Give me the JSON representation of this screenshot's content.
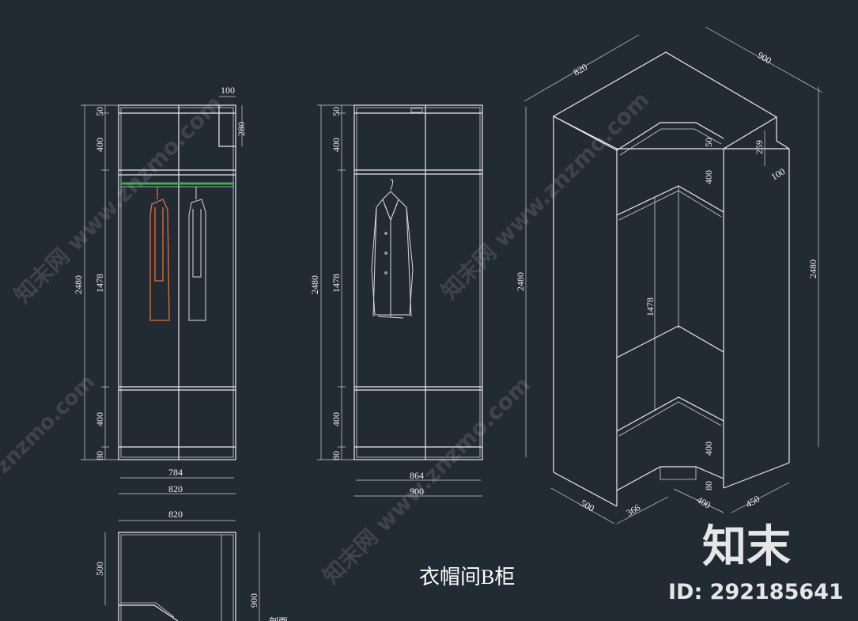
{
  "title": "衣帽间B柜",
  "watermark": {
    "text": "知末网 www.znzmo.com",
    "short": "znzmo.com"
  },
  "brand": {
    "logo_text": "知末",
    "id_label": "ID: 292185641"
  },
  "colors": {
    "background": "#222a33",
    "line": "#e9ecef",
    "orange_garment": "#e0703a",
    "green_rod": "#3fae57"
  },
  "view_a": {
    "heights": [
      "50",
      "400",
      "2480",
      "1478",
      "400",
      "80"
    ],
    "top_notch": [
      "100",
      "280"
    ],
    "widths": [
      "784",
      "820"
    ]
  },
  "view_b": {
    "heights": [
      "50",
      "400",
      "2480",
      "1478",
      "400",
      "80"
    ],
    "widths": [
      "864",
      "900"
    ]
  },
  "plan": {
    "width": "820",
    "depth_left": "500",
    "depth_right": "900",
    "cut_label": "剖面"
  },
  "iso": {
    "top_left": "820",
    "top_right": "900",
    "height_left": "2480",
    "height_right": "2480",
    "notch": [
      "259",
      "100"
    ],
    "inner": [
      "50",
      "400",
      "1478",
      "400",
      "80"
    ],
    "bottom": [
      "500",
      "366",
      "400",
      "450"
    ]
  }
}
